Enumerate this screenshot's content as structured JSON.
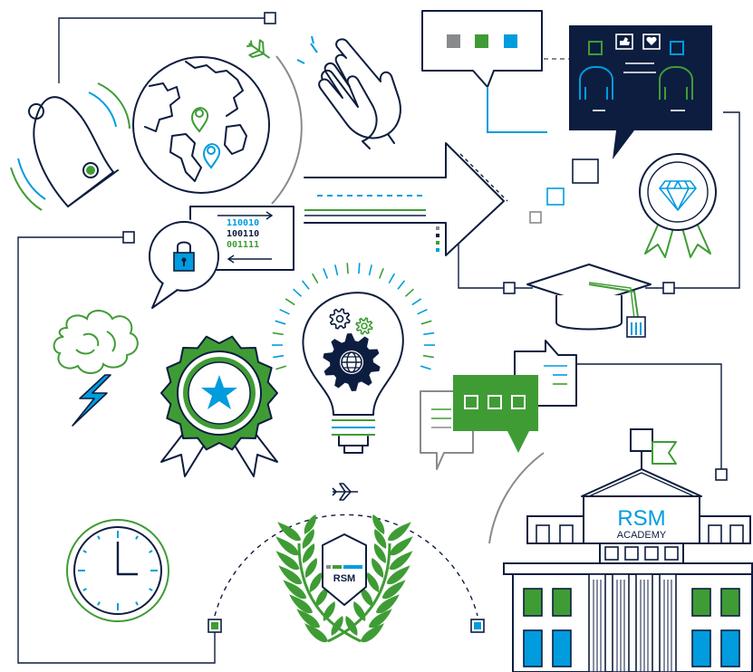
{
  "binary_lines": [
    "110010",
    "100110",
    "001111"
  ],
  "shield_label": "RSM",
  "building": {
    "sign_title": "RSM",
    "sign_subtitle": "ACADEMY"
  },
  "colors": {
    "navy": "#0d1d3f",
    "green": "#3f9c35",
    "blue": "#009cde",
    "gray": "#888b8d",
    "white": "#ffffff"
  },
  "icons": [
    "bell-icon",
    "globe-icon",
    "location-pin-icon",
    "airplane-icon",
    "clapping-hands-icon",
    "speech-bubble-icon",
    "video-chat-icon",
    "arrow-icon",
    "diamond-award-icon",
    "graduation-cap-icon",
    "lock-icon",
    "brain-icon",
    "lightning-icon",
    "star-award-icon",
    "lightbulb-icon",
    "gear-icon",
    "chat-bubbles-icon",
    "clock-icon",
    "laurel-wreath-icon",
    "shield-icon",
    "academy-building-icon",
    "flag-icon"
  ]
}
